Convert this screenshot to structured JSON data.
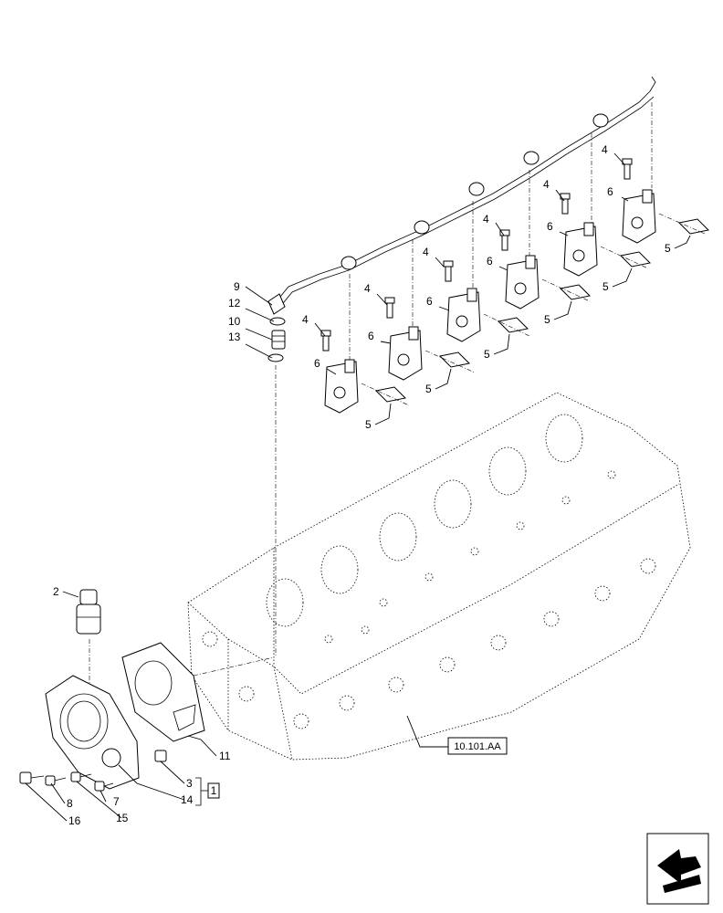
{
  "diagram": {
    "part_numbers": [
      "2",
      "3",
      "4",
      "5",
      "6",
      "7",
      "8",
      "9",
      "10",
      "11",
      "12",
      "13",
      "14",
      "15",
      "16"
    ],
    "reference_code": "10.101.AA",
    "group_bracket_label": "1",
    "nav_icon": "next-page-arrow-icon"
  }
}
